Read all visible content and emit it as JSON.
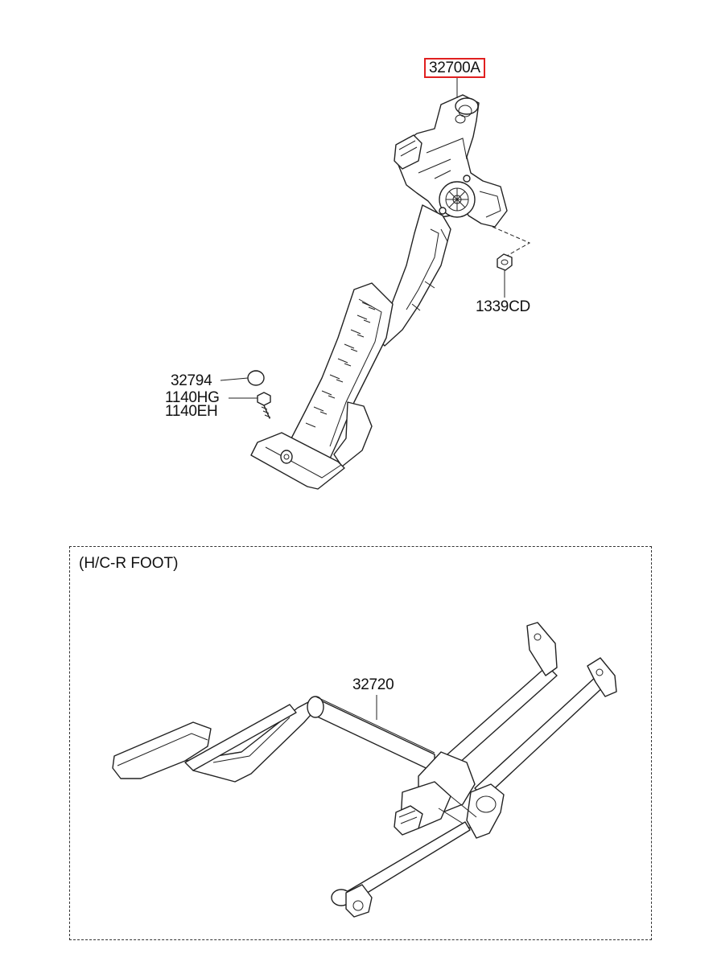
{
  "parts": {
    "p32700A": {
      "number": "32700A",
      "highlighted": true,
      "highlight_color": "#e02020"
    },
    "p1339CD": {
      "number": "1339CD"
    },
    "p32794": {
      "number": "32794"
    },
    "p1140HG": {
      "number": "1140HG"
    },
    "p1140EH": {
      "number": "1140EH"
    },
    "p32720": {
      "number": "32720"
    }
  },
  "section": {
    "title": "(H/C-R FOOT)"
  }
}
